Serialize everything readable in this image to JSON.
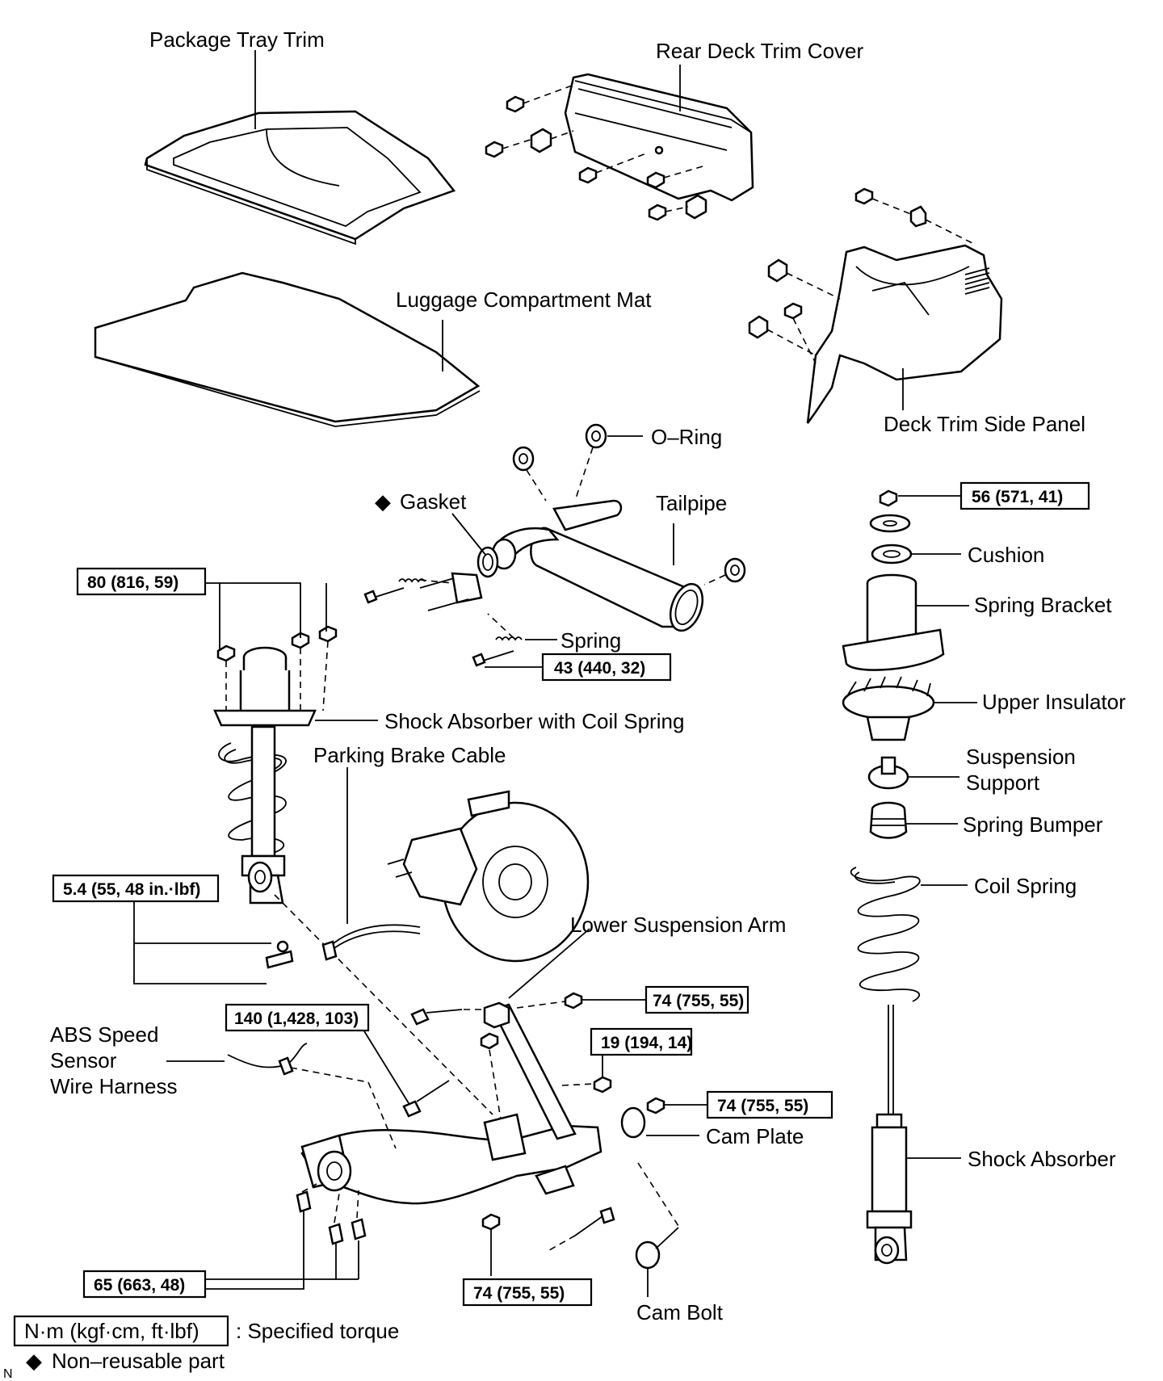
{
  "labels": {
    "package_tray_trim": "Package Tray Trim",
    "rear_deck_trim_cover": "Rear Deck Trim Cover",
    "luggage_compartment_mat": "Luggage Compartment Mat",
    "deck_trim_side_panel": "Deck Trim Side Panel",
    "o_ring": "O–Ring",
    "gasket": "Gasket",
    "tailpipe": "Tailpipe",
    "spring": "Spring",
    "shock_absorber_with_coil_spring": "Shock Absorber with Coil Spring",
    "parking_brake_cable": "Parking Brake Cable",
    "lower_suspension_arm": "Lower Suspension Arm",
    "abs_line1": "ABS Speed",
    "abs_line2": "Sensor",
    "abs_line3": "Wire Harness",
    "cam_plate": "Cam Plate",
    "cam_bolt": "Cam Bolt",
    "cushion": "Cushion",
    "spring_bracket": "Spring Bracket",
    "upper_insulator": "Upper Insulator",
    "suspension_support_line1": "Suspension",
    "suspension_support_line2": "Support",
    "spring_bumper": "Spring Bumper",
    "coil_spring": "Coil Spring",
    "shock_absorber": "Shock Absorber"
  },
  "torques": {
    "t56": "56 (571, 41)",
    "t80": "80 (816, 59)",
    "t43": "43 (440, 32)",
    "t5_4": "5.4 (55, 48 in.·lbf)",
    "t74_a": "74 (755, 55)",
    "t140": "140 (1,428, 103)",
    "t19": "19 (194, 14)",
    "t74_b": "74 (755, 55)",
    "t65": "65 (663, 48)",
    "t74_c": "74 (755, 55)"
  },
  "legend": {
    "torque_unit": "N·m (kgf·cm, ft·lbf)",
    "torque_desc": ": Specified torque",
    "nonreusable_symbol": "◆",
    "nonreusable_desc": "Non–reusable part",
    "corner_mark": "N"
  }
}
